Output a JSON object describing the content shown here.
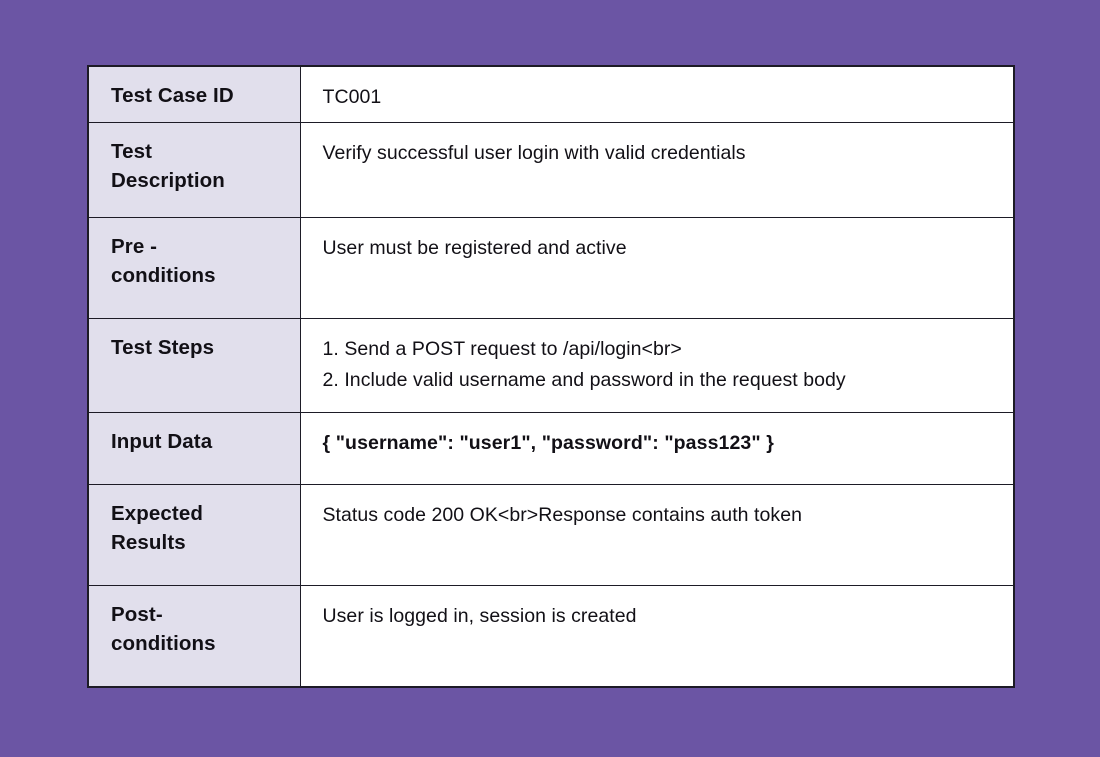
{
  "page": {
    "background_color": "#6b55a4",
    "card_background_color": "#ffffff",
    "label_column_color": "#e1dfec",
    "border_color": "#1d1b26",
    "text_color": "#121016"
  },
  "table": {
    "rows": [
      {
        "label": "Test Case ID",
        "value": "TC001",
        "emphasis": false
      },
      {
        "label": "Test\nDescription",
        "value": "Verify successful user login with valid credentials",
        "emphasis": false
      },
      {
        "label": "Pre -\nconditions",
        "value": "User must be registered and active",
        "emphasis": false
      },
      {
        "label": "Test Steps",
        "value": "1. Send a POST request to /api/login<br>\n2. Include valid username and password in the request body",
        "emphasis": false
      },
      {
        "label": "Input Data",
        "value": "{ \"username\": \"user1\", \"password\": \"pass123\" }",
        "emphasis": true
      },
      {
        "label": "Expected\nResults",
        "value": "Status code 200 OK<br>Response contains auth token",
        "emphasis": false
      },
      {
        "label": "Post-\nconditions",
        "value": "User is logged in, session is created",
        "emphasis": false
      }
    ]
  }
}
